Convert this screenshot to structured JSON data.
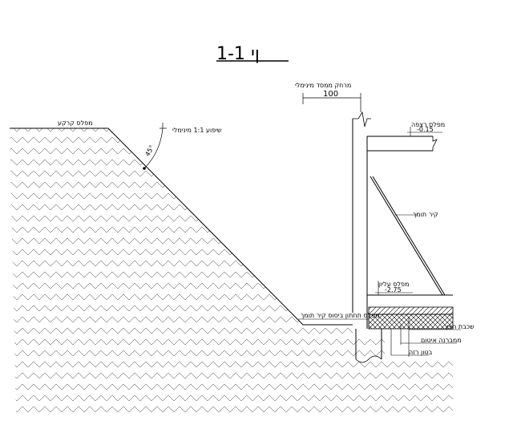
{
  "title": "1-1 ןי",
  "labels": {
    "dim_label": "מרחק ממסד מינימלי",
    "dim_value": "100",
    "ground": "מפלס קרקע",
    "slope": "שיפוע 1:1 מינימלי",
    "angle": "45°",
    "floor_level": "מפלס רצפה",
    "floor_value": "-0.15",
    "wall": "קיר תומך",
    "top_level": "מפלס עליון",
    "top_value": "-2.75",
    "bottom_level": "מפלס תחתון ביסוס קיר תומך",
    "layer1": "שכבת חצץ",
    "layer2": "ממברנה איטום",
    "layer3": "בטון רזה"
  }
}
